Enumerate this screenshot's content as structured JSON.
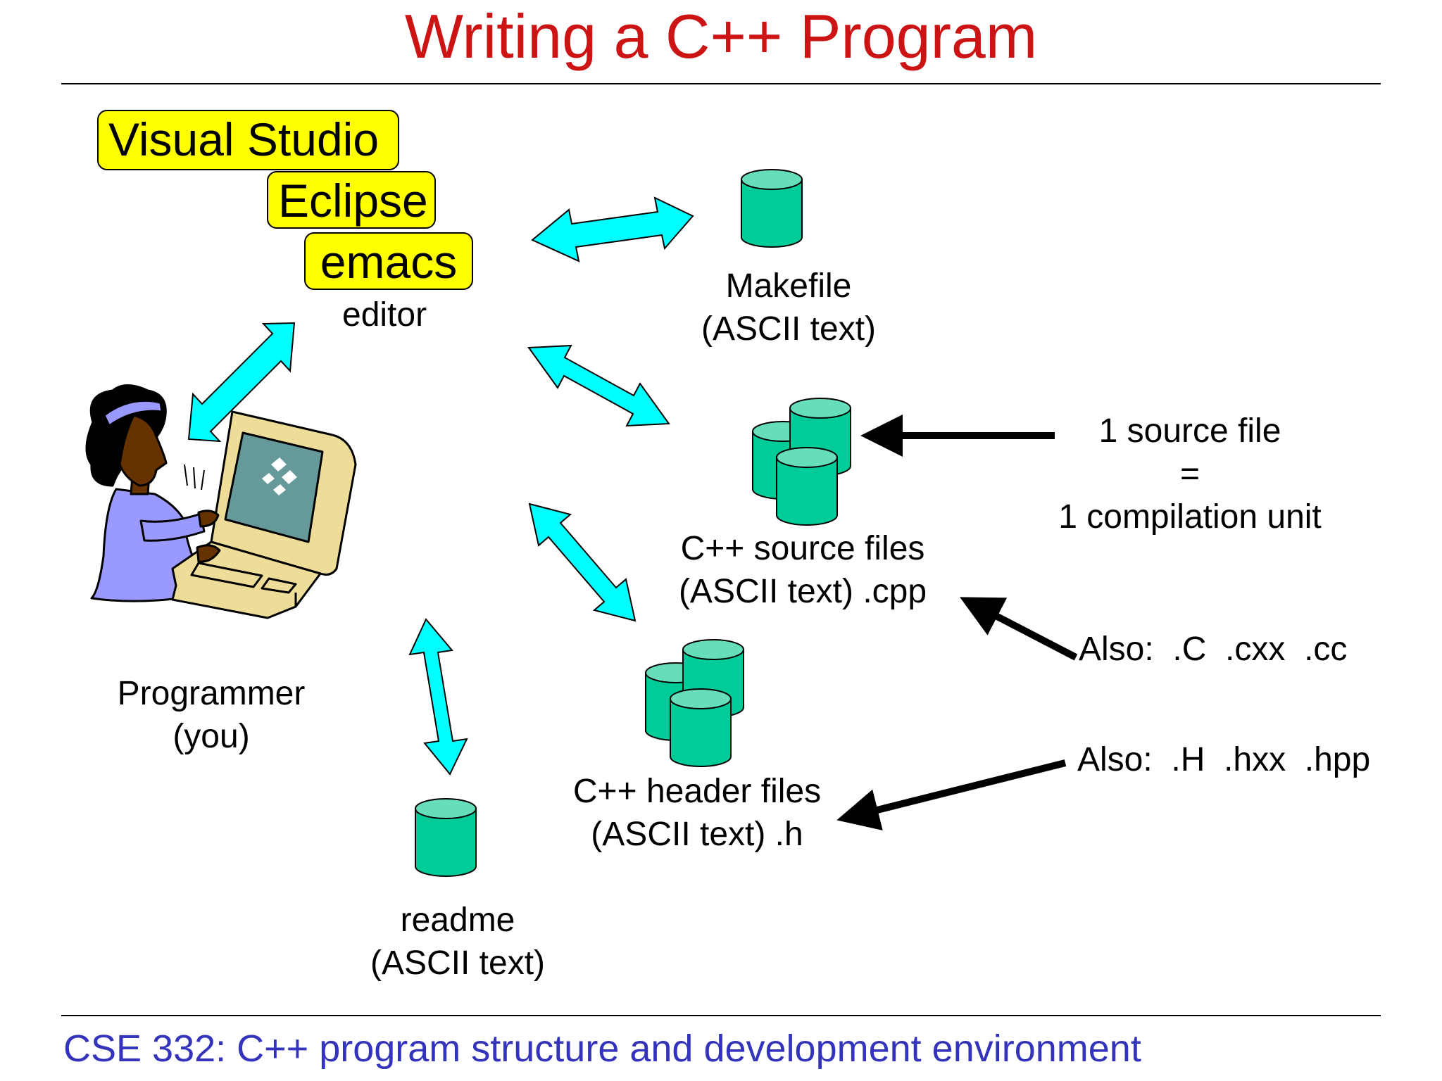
{
  "title": "Writing a C++ Program",
  "footer": "CSE 332: C++ program structure and development environment",
  "editors": [
    "Visual Studio",
    "Eclipse",
    "emacs"
  ],
  "editor_label": "editor",
  "programmer": {
    "line1": "Programmer",
    "line2": "(you)"
  },
  "makefile": {
    "line1": "Makefile",
    "line2": "(ASCII text)"
  },
  "source_files": {
    "line1": "C++ source files",
    "line2": "(ASCII text) .cpp"
  },
  "header_files": {
    "line1": "C++ header files",
    "line2": "(ASCII text) .h"
  },
  "readme": {
    "line1": "readme",
    "line2": "(ASCII text)"
  },
  "note_unit": {
    "line1": "1 source file",
    "line2": "=",
    "line3": "1 compilation unit"
  },
  "also_source": "Also:  .C  .cxx  .cc",
  "also_header": "Also:  .H  .hxx  .hpp",
  "colors": {
    "title": "#cc1414",
    "footer": "#3333bb",
    "arrow": "#00ffff",
    "cylinder": "#00cc99",
    "cylinder_top": "#66ddbb",
    "editor_box": "#ffff00"
  },
  "icons": [
    "programmer-at-computer-icon",
    "database-cylinder-icon",
    "double-arrow-icon"
  ]
}
